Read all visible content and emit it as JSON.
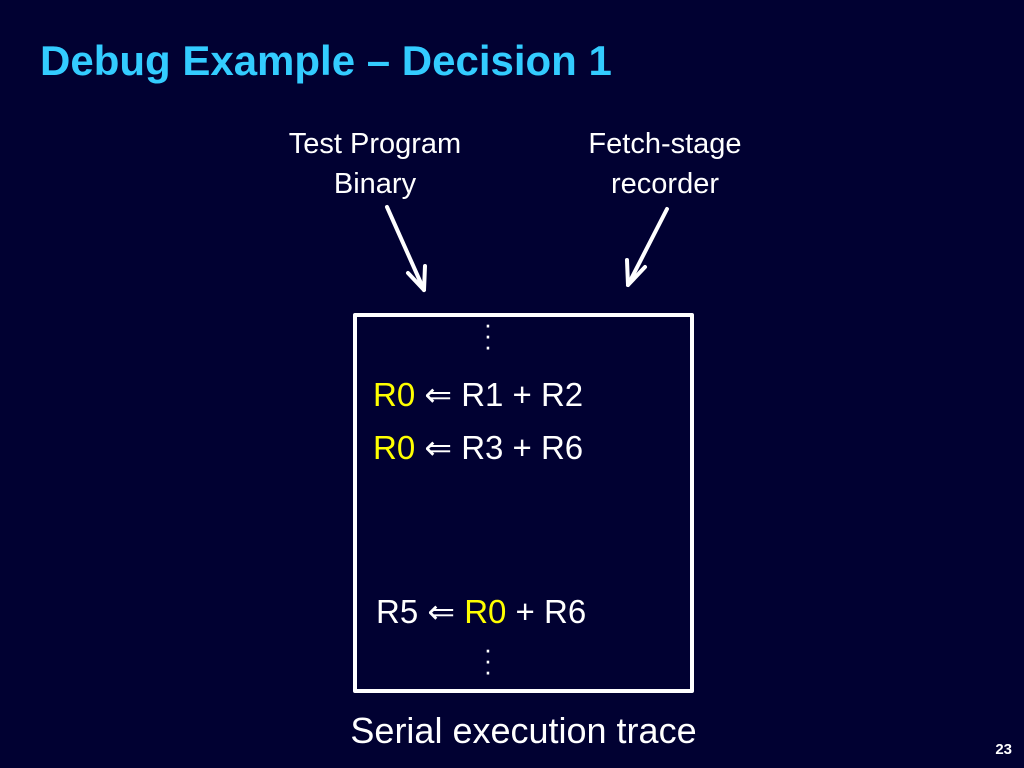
{
  "slide": {
    "title": "Debug Example – Decision 1",
    "page_number": "23"
  },
  "callouts": {
    "left": {
      "line1": "Test Program",
      "line2": "Binary"
    },
    "right": {
      "line1": "Fetch-stage",
      "line2": "recorder"
    }
  },
  "trace": {
    "ellipsis": "⋮",
    "instructions": [
      {
        "dest": "R0",
        "arrow": "⇐",
        "expr": "R1 + R2"
      },
      {
        "dest": "R0",
        "arrow": "⇐",
        "expr": "R3 + R6"
      },
      {
        "dest": "R5",
        "arrow": "⇐",
        "src1": "R0",
        "rest": "+ R6"
      }
    ],
    "caption": "Serial execution trace"
  },
  "colors": {
    "background": "#010132",
    "title": "#33ccff",
    "highlight": "#ffff00",
    "text": "#ffffff"
  }
}
